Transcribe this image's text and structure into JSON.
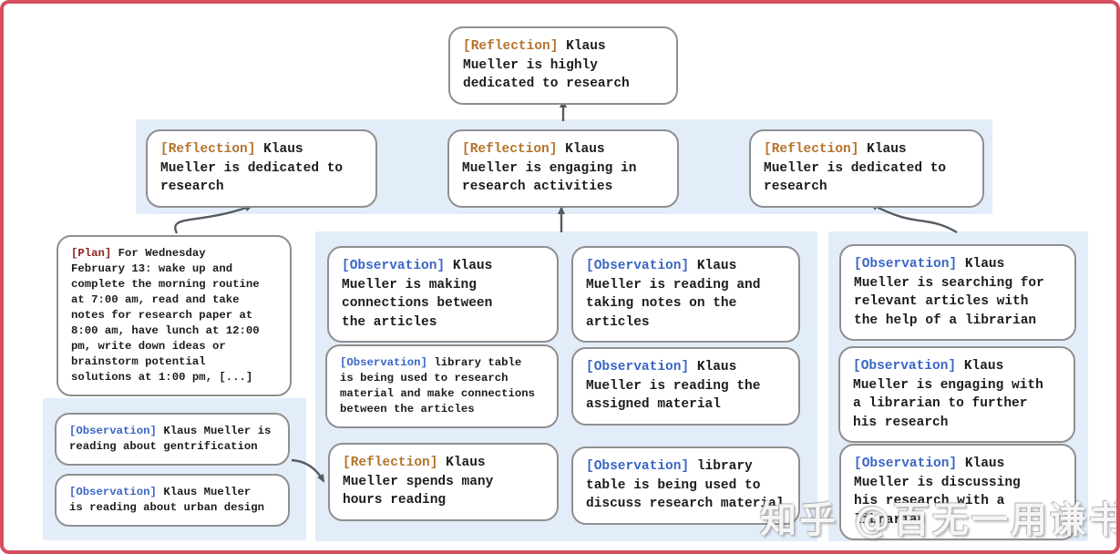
{
  "colors": {
    "frame": "#d44e5e",
    "band": "#e3edf9",
    "node_border": "#8f8f8f",
    "text": "#1c1c1c",
    "reflection": "#b5732c",
    "observation": "#3a66c6",
    "plan": "#8e2420",
    "arrow": "#555b63"
  },
  "watermark": "知乎 @百无一用谦书生",
  "nodes": {
    "root": {
      "tag": "[Reflection]",
      "text": "Klaus\nMueller is highly\ndedicated to research"
    },
    "reflection_left": {
      "tag": "[Reflection]",
      "text": "Klaus\nMueller is dedicated to\nresearch"
    },
    "reflection_mid": {
      "tag": "[Reflection]",
      "text": "Klaus\nMueller is engaging in\nresearch activities"
    },
    "reflection_right": {
      "tag": "[Reflection]",
      "text": "Klaus\nMueller is dedicated to\nresearch"
    },
    "plan": {
      "tag": "[Plan]",
      "text": "For Wednesday\nFebruary 13: wake up and\ncomplete the morning routine\nat 7:00 am, read and take\nnotes for research paper at\n8:00 am, have lunch at 12:00\npm, write down ideas or\nbrainstorm potential\nsolutions at 1:00 pm, [...]"
    },
    "obs_gentrification": {
      "tag": "[Observation]",
      "text": "Klaus Mueller is\nreading about gentrification"
    },
    "obs_urban_design": {
      "tag": "[Observation]",
      "text": "Klaus Mueller\nis reading about urban design"
    },
    "obs_connections": {
      "tag": "[Observation]",
      "text": "Klaus\nMueller is making\nconnections between\nthe articles"
    },
    "obs_library_research": {
      "tag": "[Observation]",
      "text": "library table\nis being used to research\nmaterial and make connections\nbetween the articles"
    },
    "reflection_hours": {
      "tag": "[Reflection]",
      "text": "Klaus\nMueller spends many\nhours reading"
    },
    "obs_taking_notes": {
      "tag": "[Observation]",
      "text": "Klaus\nMueller is reading and\ntaking notes on the\narticles"
    },
    "obs_assigned": {
      "tag": "[Observation]",
      "text": "Klaus\nMueller is reading the\nassigned material"
    },
    "obs_library_discuss": {
      "tag": "[Observation]",
      "text": "library\ntable is being used to\ndiscuss research material"
    },
    "obs_searching": {
      "tag": "[Observation]",
      "text": "Klaus\nMueller is searching for\nrelevant articles with\nthe help of a librarian"
    },
    "obs_engaging": {
      "tag": "[Observation]",
      "text": "Klaus\nMueller is engaging with\na librarian to further\nhis research"
    },
    "obs_discussing": {
      "tag": "[Observation]",
      "text": "Klaus\nMueller is discussing\nhis research with a\nlibrarian"
    }
  }
}
